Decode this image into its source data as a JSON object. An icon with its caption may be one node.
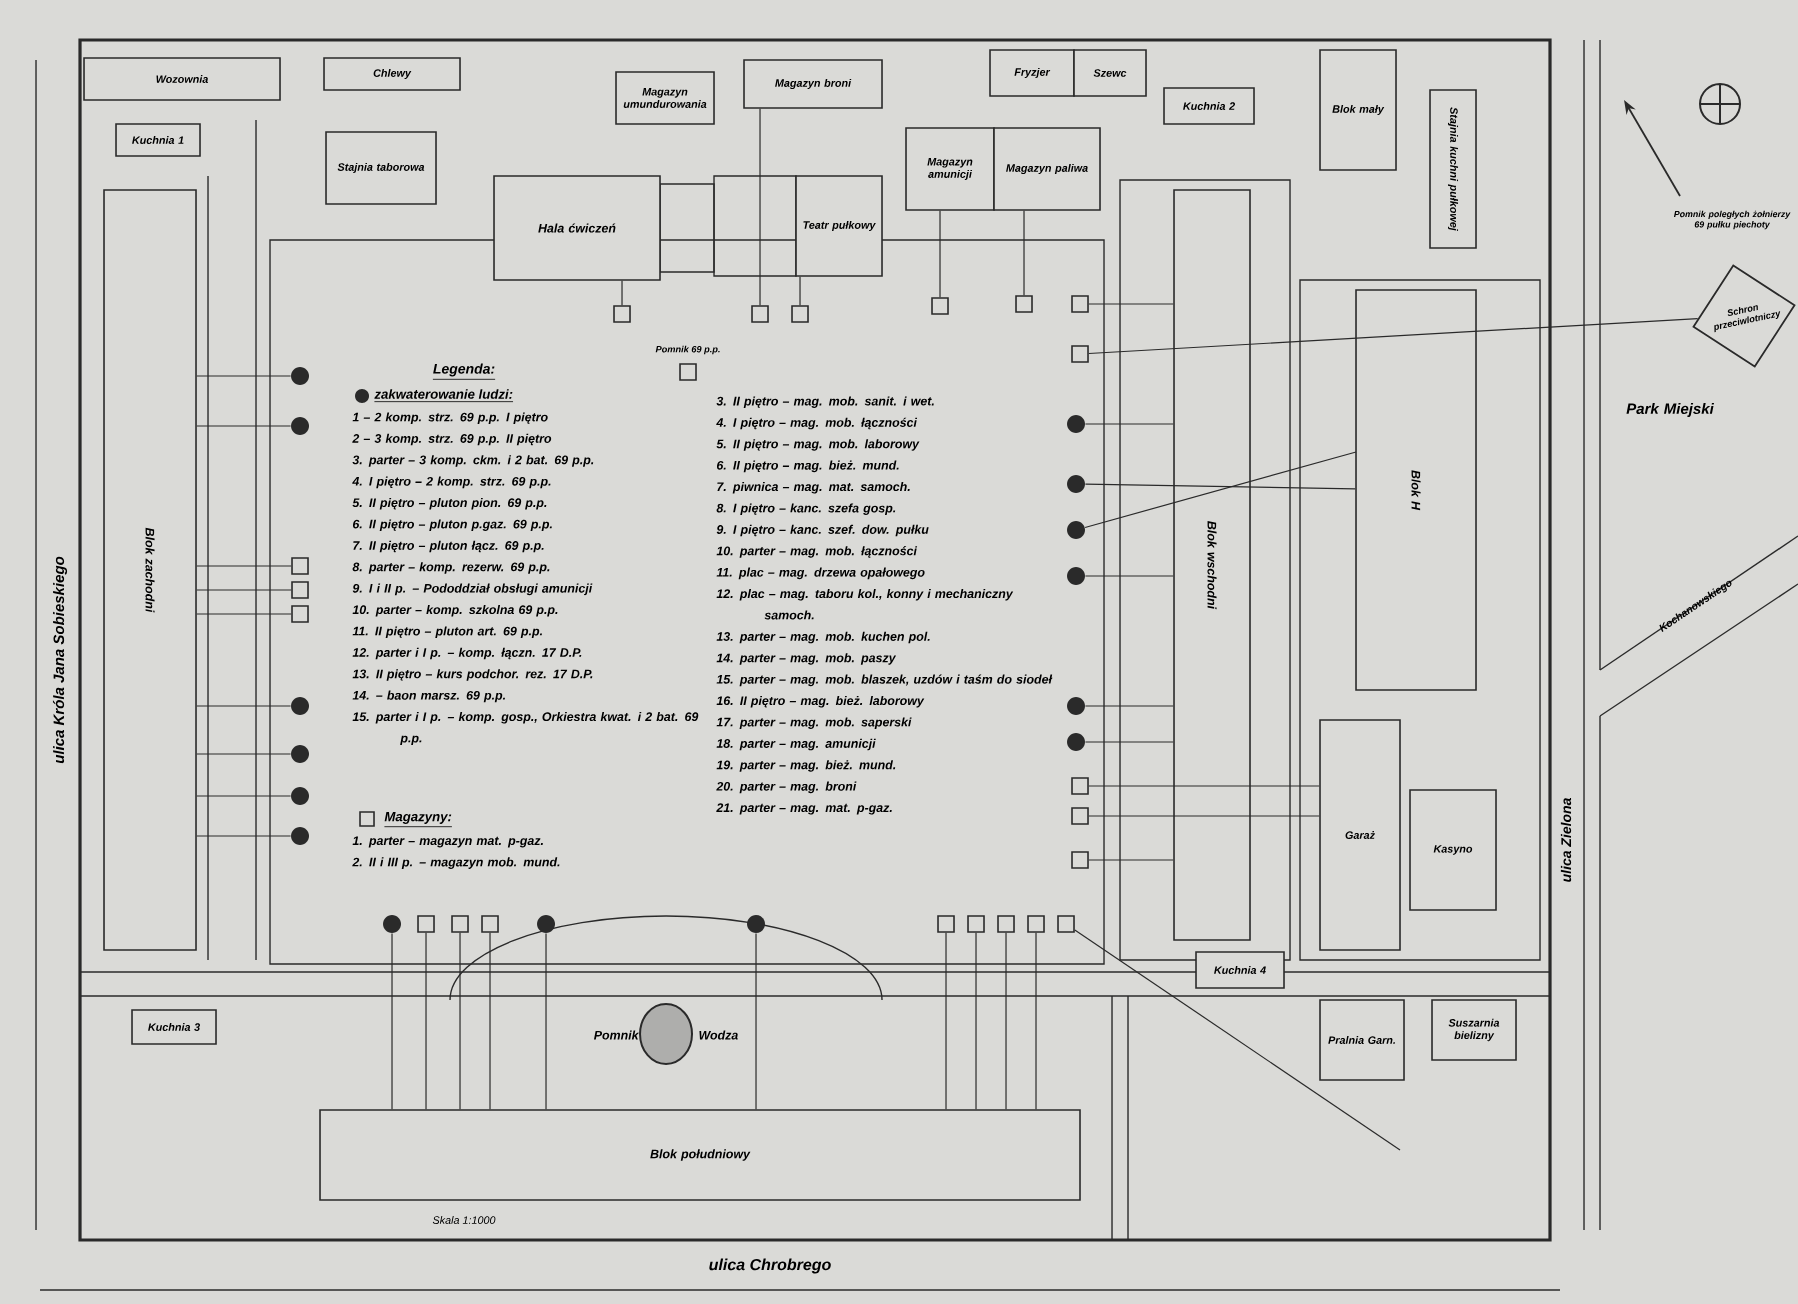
{
  "diagram": {
    "nodes": [
      {
        "text": [
          "Wozownia"
        ]
      },
      {
        "text": [
          "Chlewy"
        ]
      },
      {
        "text": [
          "Kuchnia 1"
        ]
      },
      {
        "text": [
          "Stajnia taborowa"
        ]
      },
      {
        "text": [
          "Magazyn umundurowania"
        ]
      },
      {
        "text": [
          "Magazyn broni"
        ]
      },
      {
        "text": [
          "Hala ćwiczeń"
        ]
      },
      {
        "text": [
          "Teatr pułkowy"
        ]
      },
      {
        "text": [
          "Fryzjer"
        ]
      },
      {
        "text": [
          "Szewc"
        ]
      },
      {
        "text": [
          "Kuchnia 2"
        ]
      },
      {
        "text": [
          "Magazyn amunicji"
        ]
      },
      {
        "text": [
          "Magazyn paliwa"
        ]
      },
      {
        "text": [
          "Blok mały"
        ]
      },
      {
        "text": [
          "Stajnia kuchni pułkowej"
        ]
      },
      {
        "text": [
          "Schron przeciwlotniczy"
        ]
      },
      {
        "text": [
          "Blok zachodni"
        ]
      },
      {
        "text": [
          "Blok wschodni"
        ]
      },
      {
        "text": [
          "Blok H"
        ]
      },
      {
        "text": [
          "Garaż"
        ]
      },
      {
        "text": [
          "Kasyno"
        ]
      },
      {
        "text": [
          "Blok południowy"
        ]
      },
      {
        "text": [
          "Pomnik",
          "Wodza"
        ]
      },
      {
        "text": [
          "Kuchnia 3"
        ]
      },
      {
        "text": [
          "Kuchnia 4"
        ]
      },
      {
        "text": [
          "Pralnia Garn."
        ]
      },
      {
        "text": [
          "Suszarnia bielizny"
        ]
      },
      {
        "text": [],
        "shape": "box"
      },
      {
        "text": [],
        "shape": "box"
      },
      {
        "text": [],
        "shape": "box"
      },
      {
        "text": [],
        "shape": "box"
      },
      {
        "text": [],
        "shape": "box"
      },
      {
        "text": [],
        "shape": "box"
      },
      {
        "text": [],
        "shape": "box"
      },
      {
        "text": [],
        "shape": "circle"
      },
      {
        "text": [],
        "shape": "circle"
      },
      {
        "text": [],
        "shape": "box"
      },
      {
        "text": [],
        "shape": "box"
      },
      {
        "text": [],
        "shape": "box"
      },
      {
        "text": [],
        "shape": "circle"
      },
      {
        "text": [],
        "shape": "circle"
      },
      {
        "text": [],
        "shape": "circle"
      },
      {
        "text": [],
        "shape": "circle"
      },
      {
        "text": [],
        "shape": "circle"
      },
      {
        "text": [],
        "shape": "circle"
      },
      {
        "text": [],
        "shape": "circle"
      },
      {
        "text": [],
        "shape": "circle"
      },
      {
        "text": [],
        "shape": "circle"
      },
      {
        "text": [],
        "shape": "circle"
      },
      {
        "text": [],
        "shape": "box"
      },
      {
        "text": [],
        "shape": "box"
      },
      {
        "text": [],
        "shape": "box"
      },
      {
        "text": [],
        "shape": "circle"
      },
      {
        "text": [],
        "shape": "box"
      },
      {
        "text": [],
        "shape": "box"
      },
      {
        "text": [],
        "shape": "box"
      },
      {
        "text": [],
        "shape": "circle"
      },
      {
        "text": [],
        "shape": "circle"
      },
      {
        "text": [],
        "shape": "box"
      },
      {
        "text": [],
        "shape": "box"
      },
      {
        "text": [],
        "shape": "box"
      },
      {
        "text": [],
        "shape": "box"
      },
      {
        "text": [],
        "shape": "box"
      },
      {
        "text": [],
        "shape": "box"
      }
    ],
    "edges": [
      {
        "from": 27,
        "to": 6,
        "arrow": "none"
      },
      {
        "from": 28,
        "to": 5,
        "arrow": "none"
      },
      {
        "from": 29,
        "to": 7,
        "arrow": "none"
      },
      {
        "from": 30,
        "to": 11,
        "arrow": "none"
      },
      {
        "from": 31,
        "to": 12,
        "arrow": "none"
      },
      {
        "from": 32,
        "to": 17,
        "arrow": "none"
      },
      {
        "from": 33,
        "to": 15,
        "arrow": "none"
      },
      {
        "from": 34,
        "to": 16,
        "arrow": "none"
      },
      {
        "from": 35,
        "to": 16,
        "arrow": "none"
      },
      {
        "from": 36,
        "to": 16,
        "arrow": "none"
      },
      {
        "from": 37,
        "to": 16,
        "arrow": "none"
      },
      {
        "from": 38,
        "to": 16,
        "arrow": "none"
      },
      {
        "from": 39,
        "to": 16,
        "arrow": "none"
      },
      {
        "from": 40,
        "to": 16,
        "arrow": "none"
      },
      {
        "from": 41,
        "to": 16,
        "arrow": "none"
      },
      {
        "from": 42,
        "to": 16,
        "arrow": "none"
      },
      {
        "from": 43,
        "to": 17,
        "arrow": "none"
      },
      {
        "from": 44,
        "to": 18,
        "arrow": "none"
      },
      {
        "from": 45,
        "to": 18,
        "arrow": "none"
      },
      {
        "from": 46,
        "to": 17,
        "arrow": "none"
      },
      {
        "from": 47,
        "to": 17,
        "arrow": "none"
      },
      {
        "from": 48,
        "to": 17,
        "arrow": "none"
      },
      {
        "from": 49,
        "to": 19,
        "arrow": "none"
      },
      {
        "from": 50,
        "to": 19,
        "arrow": "none"
      },
      {
        "from": 51,
        "to": 17,
        "arrow": "none"
      },
      {
        "from": 52,
        "to": 21,
        "arrow": "none"
      },
      {
        "from": 53,
        "to": 21,
        "arrow": "none"
      },
      {
        "from": 54,
        "to": 21,
        "arrow": "none"
      },
      {
        "from": 55,
        "to": 21,
        "arrow": "none"
      },
      {
        "from": 56,
        "to": 21,
        "arrow": "none"
      },
      {
        "from": 57,
        "to": 21,
        "arrow": "none"
      },
      {
        "from": 58,
        "to": 21,
        "arrow": "none"
      },
      {
        "from": 59,
        "to": 21,
        "arrow": "none"
      },
      {
        "from": 60,
        "to": 21,
        "arrow": "none"
      },
      {
        "from": 61,
        "to": 21,
        "arrow": "none"
      },
      {
        "from": 62,
        "to": null,
        "arrow": "none"
      }
    ],
    "labels": [
      "ulica Króla Jana Sobieskiego",
      "Pomnik 69 p.p.",
      "Legenda:",
      "zakwaterowanie ludzi:",
      "1 – 2 komp. strz. 69 p.p. I piętro",
      "2 – 3 komp. strz. 69 p.p. II piętro",
      "3. parter – 3 komp. ckm. i 2 bat. 69 p.p.",
      "4. I piętro – 2 komp. strz. 69 p.p.",
      "5. II piętro – pluton pion. 69 p.p.",
      "6. II piętro – pluton p.gaz. 69 p.p.",
      "7. II piętro – pluton łącz. 69 p.p.",
      "8. parter – komp. rezerw. 69 p.p.",
      "9. I i II p. – Pododdział obsługi amunicji",
      "10. parter – komp. szkolna 69 p.p.",
      "11. II piętro – pluton art. 69 p.p.",
      "12. parter i I p. – komp. łączn. 17 D.P.",
      "13. II piętro – kurs podchor. rez. 17 D.P.",
      "14. – baon marsz. 69 p.p.",
      "15. parter i I p. – komp. gosp., Orkiestra kwat. i 2 bat. 69 p.p.",
      "Magazyny:",
      "1. parter – magazyn mat. p-gaz.",
      "2. II i III p. – magazyn mob. mund.",
      "3. II piętro – mag. mob. sanit. i wet.",
      "4. I piętro – mag. mob. łączności",
      "5. II piętro – mag. mob. laborowy",
      "6. II piętro – mag. bież. mund.",
      "7. piwnica – mag. mat. samoch.",
      "8. I piętro – kanc. szefa gosp.",
      "9. I piętro – kanc. szef. dow. pułku",
      "10. parter – mag. mob. łączności",
      "11. plac – mag. drzewa opałowego",
      "12. plac – mag. taboru kol., konny i mechaniczny samoch.",
      "13. parter – mag. mob. kuchen pol.",
      "14. parter – mag. mob. paszy",
      "15. parter – mag. mob. blaszek, uzdów i taśm do siodeł",
      "16. II piętro – mag. bież. laborowy",
      "17. parter – mag. mob. saperski",
      "18. parter – mag. amunicji",
      "19. parter – mag. bież. mund.",
      "20. parter – mag. broni",
      "21. parter – mag. mat. p-gaz.",
      "Skala 1:1000",
      "ulica Chrobrego",
      "ulica Zielona",
      "Park Miejski",
      "Kochanowskiego",
      "Pomnik poległych żołnierzy 69 pułku piechoty"
    ]
  }
}
